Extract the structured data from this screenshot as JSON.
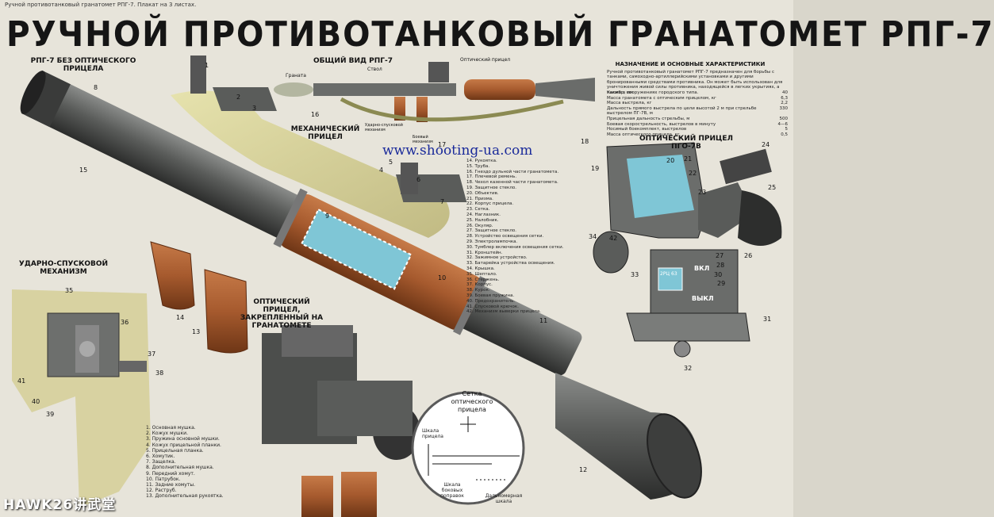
{
  "header_small": "Ручной противотанковый гранатомет РПГ-7. Плакат на 3 листах.",
  "title": "РУЧНОЙ ПРОТИВОТАНКОВЫЙ ГРАНАТОМЕТ РПГ-7",
  "labels": {
    "no_optic": "РПГ-7 БЕЗ ОПТИЧЕСКОГО ПРИЦЕЛА",
    "general_view": "ОБЩИЙ ВИД РПГ-7",
    "mech_sight": "МЕХАНИЧЕСКИЙ ПРИЦЕЛ",
    "trigger": "УДАРНО-СПУСКОВОЙ МЕХАНИЗМ",
    "optic_mounted": "ОПТИЧЕСКИЙ ПРИЦЕЛ, ЗАКРЕПЛЕННЫЙ НА ГРАНАТОМЕТЕ",
    "optic_pgo": "ОПТИЧЕСКИЙ ПРИЦЕЛ ПГО-7В",
    "reticle": "Сетка оптического прицела",
    "purpose": "НАЗНАЧЕНИЕ И ОСНОВНЫЕ ХАРАКТЕРИСТИКИ"
  },
  "overview_callouts": [
    "Граната",
    "Ствол",
    "Оптический прицел",
    "Ударно-спусковой механизм",
    "Боевый механизм"
  ],
  "watermark": "www.shooting-ua.com",
  "bottom_watermark": "HAWK26讲武堂",
  "purpose_text": "Ручной противотанковый гранатомет РПГ-7 предназначен для борьбы с танками, самоходно-артиллерийскими установками и другими бронированными средствами противника. Он может быть использован для уничтожения живой силы противника, находящейся в легких укрытиях, а также в сооружениях городского типа.",
  "specs": [
    [
      "Калибр, мм",
      "40"
    ],
    [
      "Масса гранатомета с оптическим прицелом, кг",
      "6,3"
    ],
    [
      "Масса выстрела, кг",
      "2,2"
    ],
    [
      "Дальность прямого выстрела по цели высотой 2 м при стрельбе выстрелом ПГ-7В, м",
      "330"
    ],
    [
      "Прицельная дальность стрельбы, м",
      "500"
    ],
    [
      "Боевая скорострельность, выстрелов в минуту",
      "4—6"
    ],
    [
      "Носимый боекомплект, выстрелов",
      "5"
    ],
    [
      "Масса оптического прицела, кг",
      "0,5"
    ]
  ],
  "parts_left": [
    "1. Основная мушка.",
    "2. Кожух мушки.",
    "3. Пружина основной мушки.",
    "4. Кожух прицельной планки.",
    "5. Прицельная планка.",
    "6. Хомутик.",
    "7. Защелка.",
    "8. Дополнительная мушка.",
    "9. Передний хомут.",
    "10. Патрубок.",
    "11. Задние хомуты.",
    "12. Раструб.",
    "13. Дополнительная рукоятка."
  ],
  "parts_mid": [
    "14. Рукоятка.",
    "15. Труба.",
    "16. Гнездо дульной части гранатомета.",
    "17. Плечевой ремень.",
    "18. Чехол казенной части гранатомета.",
    "19. Защитное стекло.",
    "20. Объектив.",
    "21. Призма.",
    "22. Корпус прицела.",
    "23. Сетка.",
    "24. Наглазник.",
    "25. Налобник.",
    "26. Окуляр.",
    "27. Защитное стекло.",
    "28. Устройство освещения сетки.",
    "29. Электролампочка.",
    "30. Тумблер включения освещения сетки.",
    "31. Кронштейн.",
    "32. Зажимное устройство.",
    "33. Батарейка устройства освещения.",
    "34. Крышка.",
    "35. Шептало.",
    "36. Стержень.",
    "37. Корпус.",
    "38. Курок.",
    "39. Боевая пружина.",
    "40. Предохранитель.",
    "41. Спусковой крючок.",
    "42. Механизм выверки прицела."
  ],
  "reticle_labels": [
    "Шкала прицела",
    "Шкала боковых поправок",
    "Дальномерная шкала"
  ],
  "optic_indicators": {
    "battery": "2РЦ 63",
    "on": "ВКЛ",
    "off": "ВЫКЛ"
  },
  "numbers": [
    "1",
    "2",
    "3",
    "4",
    "5",
    "6",
    "7",
    "8",
    "9",
    "10",
    "11",
    "12",
    "13",
    "14",
    "15",
    "16",
    "17",
    "18",
    "19",
    "20",
    "21",
    "22",
    "23",
    "24",
    "25",
    "26",
    "27",
    "28",
    "29",
    "30",
    "31",
    "32",
    "33",
    "34",
    "35",
    "36",
    "37",
    "38",
    "39",
    "40",
    "41",
    "42"
  ],
  "colors": {
    "barrel": "#5a5c5a",
    "wood": "#a65a2e",
    "cutaway": "#7fc6d6",
    "background": "#e7e4da"
  }
}
